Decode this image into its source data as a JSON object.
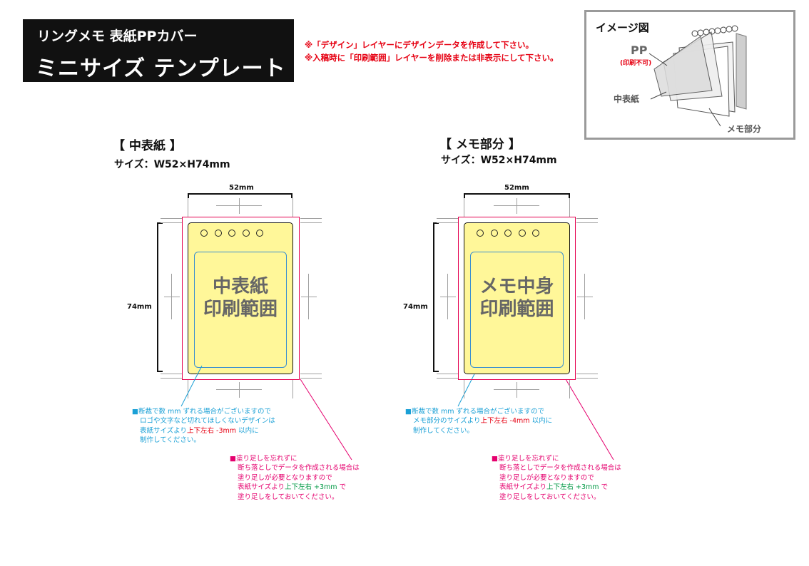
{
  "header": {
    "subtitle": "リングメモ 表紙PPカバー",
    "title": "ミニサイズ テンプレート"
  },
  "notes": [
    "※「デザイン」レイヤーにデザインデータを作成して下さい。",
    "※入稿時に「印刷範囲」レイヤーを削除または非表示にして下さい。"
  ],
  "image_box": {
    "title": "イメージ図",
    "pp_label": "PP",
    "pp_note": "(印刷不可)",
    "inner_label": "中表紙",
    "memo_label": "メモ部分"
  },
  "left_section": {
    "title": "【 中表紙 】",
    "size": "サイズ：W52×H74mm",
    "width_dim": "52mm",
    "height_dim": "74mm",
    "area_line1": "中表紙",
    "area_line2": "印刷範囲",
    "safe_note": {
      "l1": "■断裁で数 mm ずれる場合がございますので",
      "l2": "ロゴや文字など切れてほしくないデザインは",
      "l3a": "表紙サイズより",
      "l3b": "上下左右 -3mm",
      "l3c": " 以内に",
      "l4": "制作してください。"
    },
    "bleed_note": {
      "l1": "■塗り足しを忘れずに",
      "l2": "断ち落としでデータを作成される場合は",
      "l3": "塗り足しが必要となりますので",
      "l4a": "表紙サイズより",
      "l4b": "上下左右 +3mm",
      "l4c": " で",
      "l5": "塗り足しをしておいてください。"
    }
  },
  "right_section": {
    "title": "【 メモ部分 】",
    "size": "サイズ：W52×H74mm",
    "width_dim": "52mm",
    "height_dim": "74mm",
    "area_line1": "メモ中身",
    "area_line2": "印刷範囲",
    "safe_note": {
      "l1": "■断裁で数 mm ずれる場合がございますので",
      "l2a": "メモ部分のサイズより",
      "l2b": "上下左右 -4mm",
      "l2c": " 以内に",
      "l3": "制作してください。"
    },
    "bleed_note": {
      "l1": "■塗り足しを忘れずに",
      "l2": "断ち落としでデータを作成される場合は",
      "l3": "塗り足しが必要となりますので",
      "l4a": "表紙サイズより",
      "l4b": "上下左右 +3mm",
      "l4c": " で",
      "l5": "塗り足しをしておいてください。"
    }
  },
  "colors": {
    "paper_fill": "#fff799",
    "bleed_line": "#e5004f",
    "safe_line": "#3a8fd0",
    "note_red": "#e60012",
    "header_bg": "#111111"
  }
}
